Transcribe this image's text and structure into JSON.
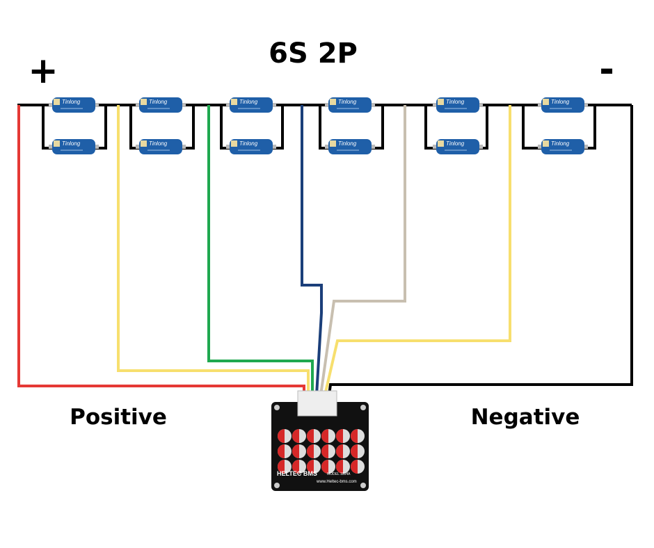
{
  "title": "6S 2P",
  "positive_symbol": "+",
  "negative_symbol": "-",
  "positive_label": "Positive",
  "negative_label": "Negative",
  "cell_brand": "Tinlong",
  "board": {
    "brand": "HELTEC BMS",
    "website": "www.Heltec-bms.com",
    "model": "MODEL 1804A"
  },
  "wire_colors": {
    "red": "#e53935",
    "yellow": "#f7df6e",
    "green": "#1fa84f",
    "blue": "#1b3f7a",
    "gray": "#c8bfb0",
    "black": "#000000"
  },
  "cell_color": "#1f5fa8"
}
